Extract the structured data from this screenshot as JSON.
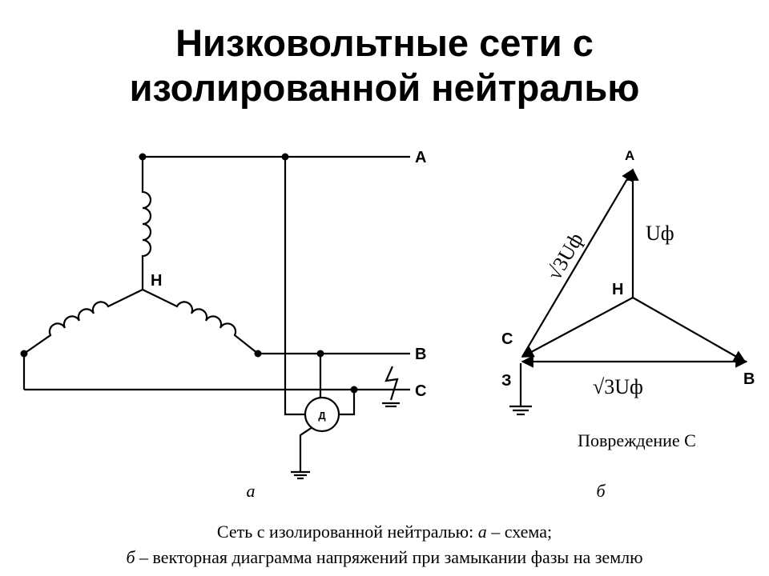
{
  "title": {
    "line1": "Низковольтные сети с",
    "line2": "изолированной нейтралью"
  },
  "scheme": {
    "phase_a": "A",
    "phase_b": "B",
    "phase_c": "C",
    "neutral": "Н",
    "device": "Д",
    "sublabel": "а"
  },
  "vector_diagram": {
    "vertex_a": "A",
    "vertex_b": "B",
    "vertex_c": "C",
    "neutral": "Н",
    "ground": "З",
    "phase_voltage": "Uф",
    "line_voltage_diag": "√3Uф",
    "line_voltage_base": "√3Uф",
    "fault_label": "Повреждение С",
    "sublabel": "б"
  },
  "caption": {
    "line1_prefix": "Сеть с изолированной нейтралью: ",
    "line1_letter": "а",
    "line1_suffix": " – схема;",
    "line2_letter": "б",
    "line2_suffix": " – векторная диаграмма напряжений при замыкании фазы на землю"
  }
}
